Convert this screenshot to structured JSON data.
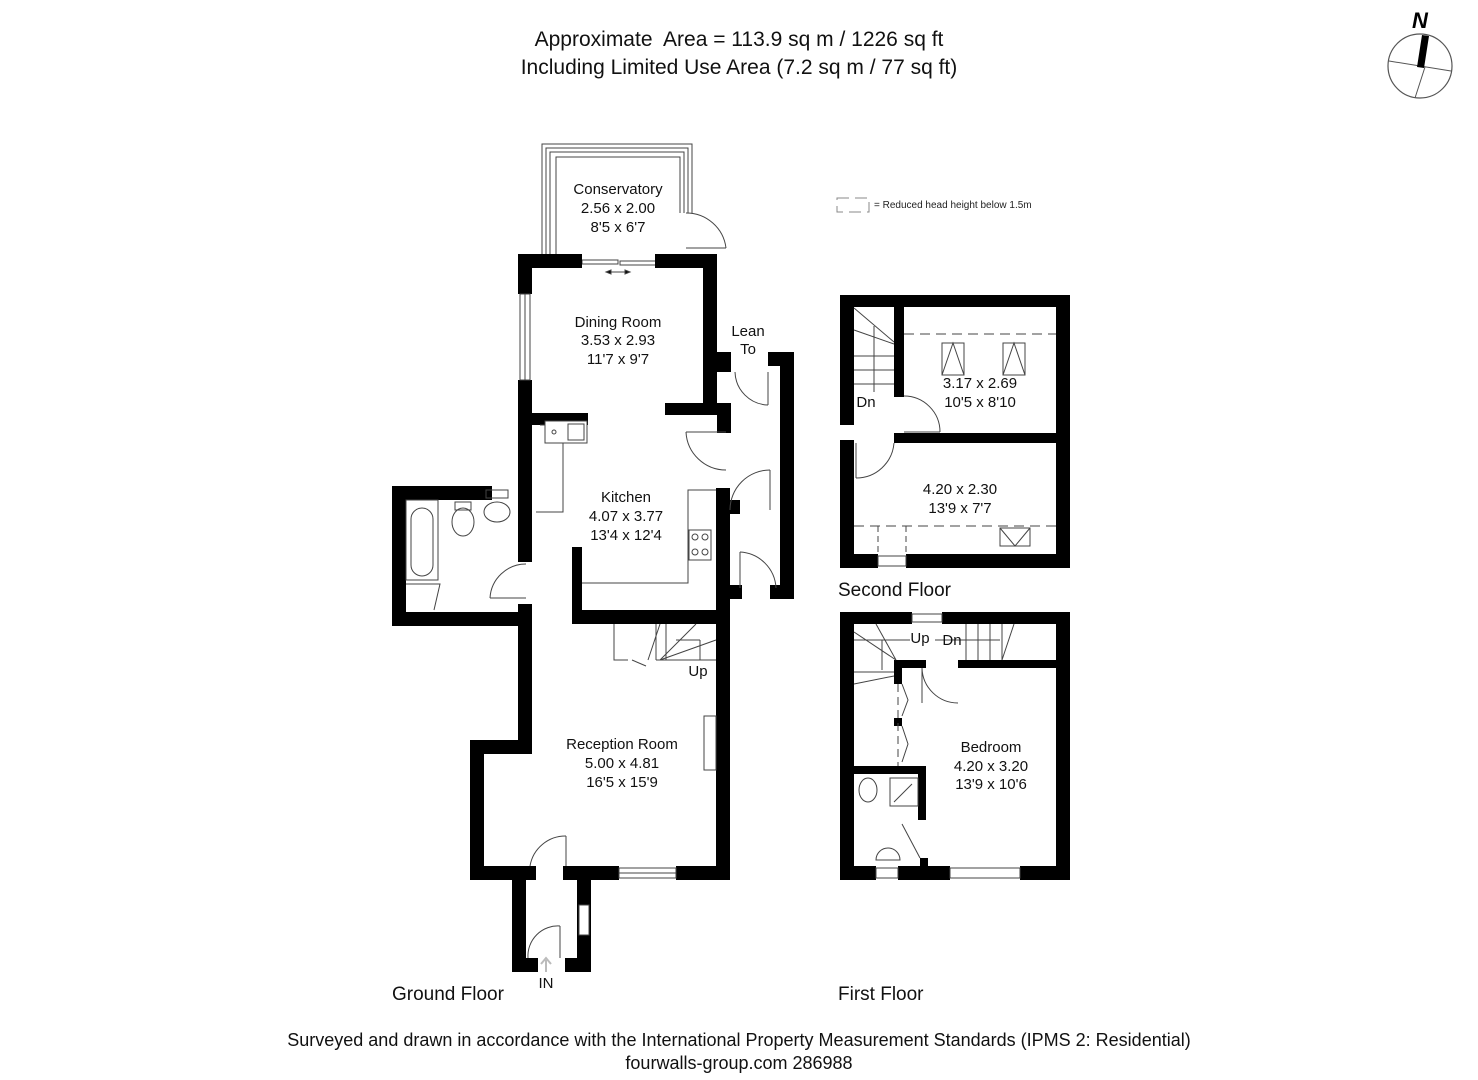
{
  "header": {
    "line1": "Approximate  Area = 113.9 sq m / 1226 sq ft",
    "line2": "Including Limited Use Area (7.2 sq m / 77 sq ft)"
  },
  "compass": {
    "label": "N",
    "icon": "north-arrow-icon"
  },
  "legend": {
    "icon": "dashed-box-icon",
    "text": "= Reduced head height below 1.5m"
  },
  "floors": {
    "ground": {
      "label": "Ground Floor",
      "rooms": [
        {
          "name": "Conservatory",
          "metric": "2.56 x 2.00",
          "imperial": "8'5 x 6'7"
        },
        {
          "name": "Dining Room",
          "metric": "3.53 x 2.93",
          "imperial": "11'7 x 9'7"
        },
        {
          "name": "Kitchen",
          "metric": "4.07 x 3.77",
          "imperial": "13'4 x 12'4"
        },
        {
          "name": "Reception Room",
          "metric": "5.00 x 4.81",
          "imperial": "16'5 x 15'9"
        }
      ],
      "annotations": {
        "lean_to_1": "Lean",
        "lean_to_2": "To",
        "stairs_up": "Up",
        "entrance": "IN"
      }
    },
    "first": {
      "label": "First Floor",
      "rooms": [
        {
          "name": "Bedroom",
          "metric": "4.20 x 3.20",
          "imperial": "13'9 x 10'6"
        }
      ],
      "annotations": {
        "stairs_up": "Up",
        "stairs_down": "Dn"
      }
    },
    "second": {
      "label": "Second Floor",
      "rooms": [
        {
          "name": "",
          "metric": "3.17 x 2.69",
          "imperial": "10'5 x 8'10"
        },
        {
          "name": "",
          "metric": "4.20 x 2.30",
          "imperial": "13'9 x 7'7"
        }
      ],
      "annotations": {
        "stairs_down": "Dn"
      }
    }
  },
  "footer": {
    "line1": "Surveyed and drawn in accordance with the International Property Measurement Standards (IPMS 2: Residential)",
    "line2": "fourwalls-group.com 286988"
  },
  "colors": {
    "wall": "#000000",
    "line": "#333333",
    "background": "#ffffff"
  }
}
